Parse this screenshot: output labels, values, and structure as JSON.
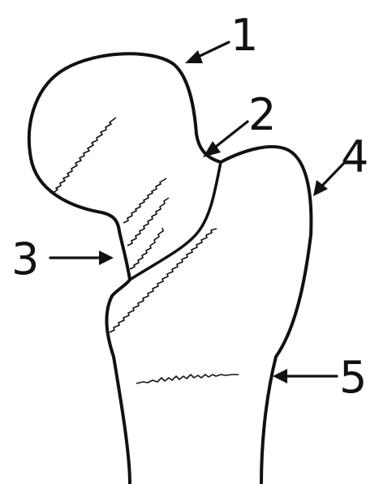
{
  "diagram": {
    "labels": [
      {
        "id": "label-1",
        "text": "1"
      },
      {
        "id": "label-2",
        "text": "2"
      },
      {
        "id": "label-3",
        "text": "3"
      },
      {
        "id": "label-4",
        "text": "4"
      },
      {
        "id": "label-5",
        "text": "5"
      }
    ],
    "colors": {
      "ink": "#111111",
      "background": "#ffffff"
    }
  }
}
